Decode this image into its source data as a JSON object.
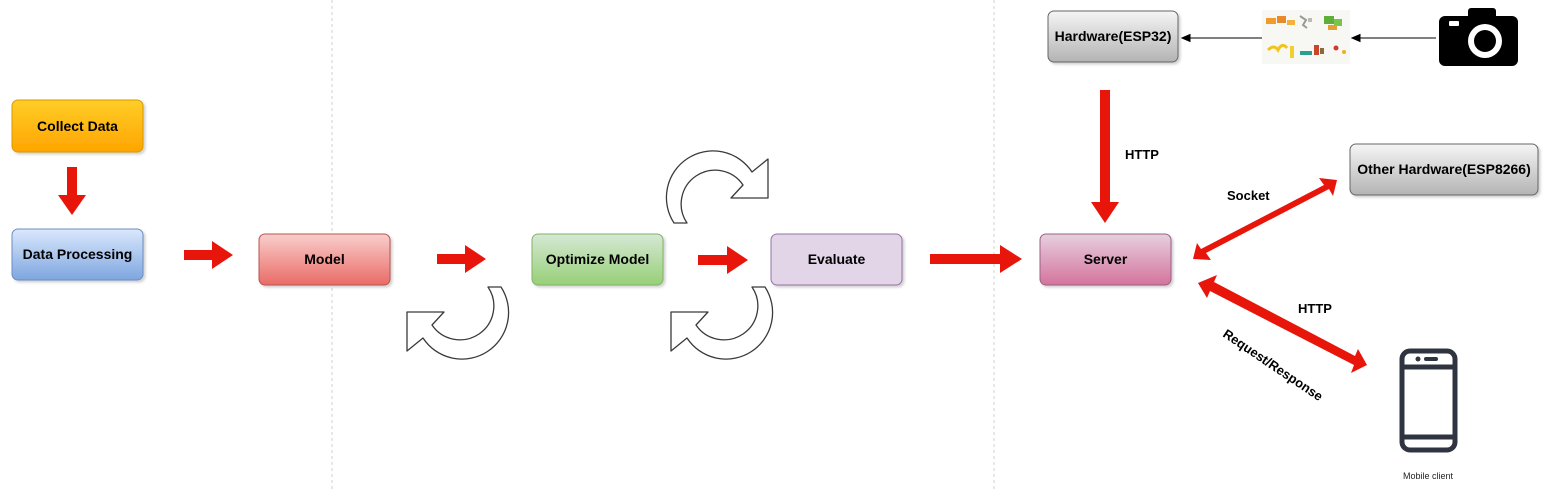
{
  "colors": {
    "arrow_red": "#e8150b",
    "divider": "#d0d0d0",
    "collect": [
      "#ffcd28",
      "#ffa500",
      "#d79b00"
    ],
    "processing": [
      "#dae8fc",
      "#7ea6e0",
      "#6c8ebf"
    ],
    "model": [
      "#f8cecc",
      "#ea6b66",
      "#b85450"
    ],
    "optimize": [
      "#d5e8d4",
      "#97d077",
      "#82b366"
    ],
    "evaluate": [
      "#e1d5e7",
      "#e1d5e7",
      "#9673a6"
    ],
    "server": [
      "#e6d0de",
      "#d5739d",
      "#996185"
    ],
    "hardware": [
      "#f5f5f5",
      "#b3b3b3",
      "#666666"
    ]
  },
  "nodes": {
    "collect": "Collect Data",
    "processing": "Data Processing",
    "model": "Model",
    "optimize": "Optimize Model",
    "evaluate": "Evaluate",
    "server": "Server",
    "hw_esp32": "Hardware(ESP32)",
    "hw_esp8266": "Other Hardware(ESP8266)"
  },
  "edge_labels": {
    "http_top": "HTTP",
    "socket": "Socket",
    "http_bottom": "HTTP",
    "request_response": "Request/Response"
  },
  "icons": {
    "camera": "camera-icon",
    "objects": "objects-image",
    "phone": "smartphone-icon",
    "cycle": "cycle-arrows-icon"
  },
  "mobile_caption": "Mobile client"
}
